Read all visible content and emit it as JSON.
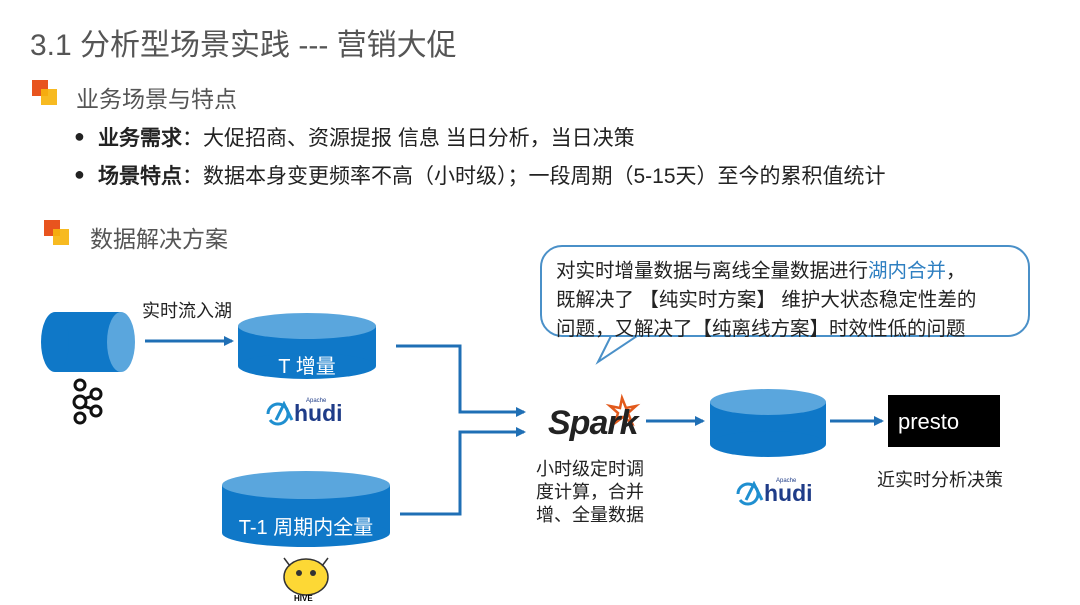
{
  "title": "3.1 分析型场景实践 --- 营销大促",
  "section1": {
    "heading": "业务场景与特点",
    "bullets": [
      {
        "term": "业务需求",
        "text": "：大促招商、资源提报 信息 当日分析，当日决策"
      },
      {
        "term": "场景特点",
        "text": "：数据本身变更频率不高（小时级）；一段周期（5-15天）至今的累积值统计"
      }
    ]
  },
  "section2": {
    "heading": "数据解决方案"
  },
  "callout": {
    "line1_prefix": "对实时增量数据与离线全量数据进行",
    "line1_highlight": "湖内合并",
    "line1_suffix": "，",
    "line2": "既解决了 【纯实时方案】 维护大状态稳定性差的",
    "line3": "问题，又解决了【纯离线方案】时效性低的问题"
  },
  "diagram": {
    "stream_label": "实时流入湖",
    "incremental_label": "T 增量",
    "full_label": "T-1 周期内全量",
    "spark_logo": "Spark",
    "spark_caption": [
      "小时级定时调",
      "度计算，合并",
      "增、全量数据"
    ],
    "hudi_logo": "hudi",
    "hudi_logo_small": "Apache",
    "hive_logo": "HIVE",
    "presto_logo": "presto",
    "presto_caption": "近实时分析决策"
  },
  "colors": {
    "cylinder_top": "#5aa6dd",
    "cylinder_body": "#0f78c8",
    "arrow": "#1f6fb5",
    "icon_orange": "#e8541e",
    "icon_yellow": "#f6b40e",
    "highlight": "#2e7fc1"
  }
}
